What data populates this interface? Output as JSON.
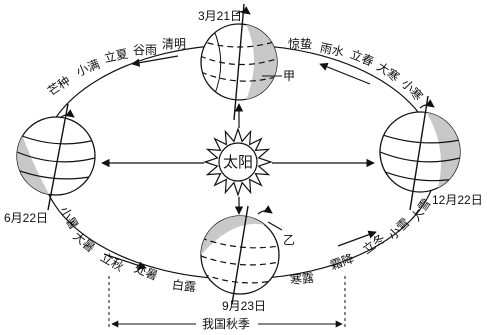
{
  "dates": {
    "mar21": "3月21日",
    "jun22": "6月22日",
    "sep23": "9月23日",
    "dec22": "12月22日"
  },
  "sun_label": "太阳",
  "positions": {
    "jia": "甲",
    "yi": "乙"
  },
  "solar_terms": {
    "qingming": "清明",
    "guyu": "谷雨",
    "lixia": "立夏",
    "xiaoman": "小满",
    "mangzhong": "芒种",
    "xiaoshu": "小暑",
    "dashu": "大暑",
    "liqiu": "立秋",
    "chushu": "处暑",
    "bailu": "白露",
    "hanlu": "寒露",
    "shuangjiang": "霜降",
    "lidong": "立冬",
    "xiaoxue": "小雪",
    "daxue": "大雪",
    "xiaohan": "小寒",
    "dahan": "大寒",
    "lichun": "立春",
    "yushui": "雨水",
    "jingzhe": "惊蛰"
  },
  "autumn_span_label": "我国秋季"
}
